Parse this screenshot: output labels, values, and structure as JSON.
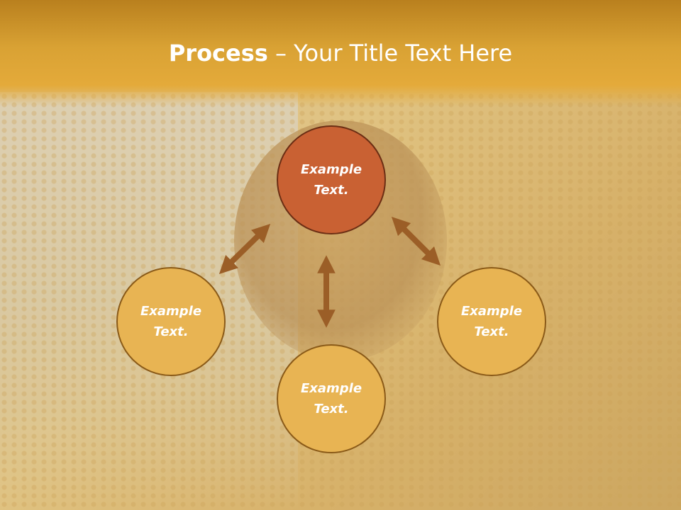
{
  "title": {
    "bold": "Process",
    "separator": " – ",
    "rest": "Your Title Text Here"
  },
  "nodes": {
    "top": "Example\nText.",
    "left": "Example\nText.",
    "bottom": "Example\nText.",
    "right": "Example\nText."
  },
  "colors": {
    "accent": "#c96133",
    "node": "#e8b453",
    "arrow": "#9b5e27",
    "header": "#d9a234"
  },
  "icons": [
    "double-arrow-icon"
  ]
}
